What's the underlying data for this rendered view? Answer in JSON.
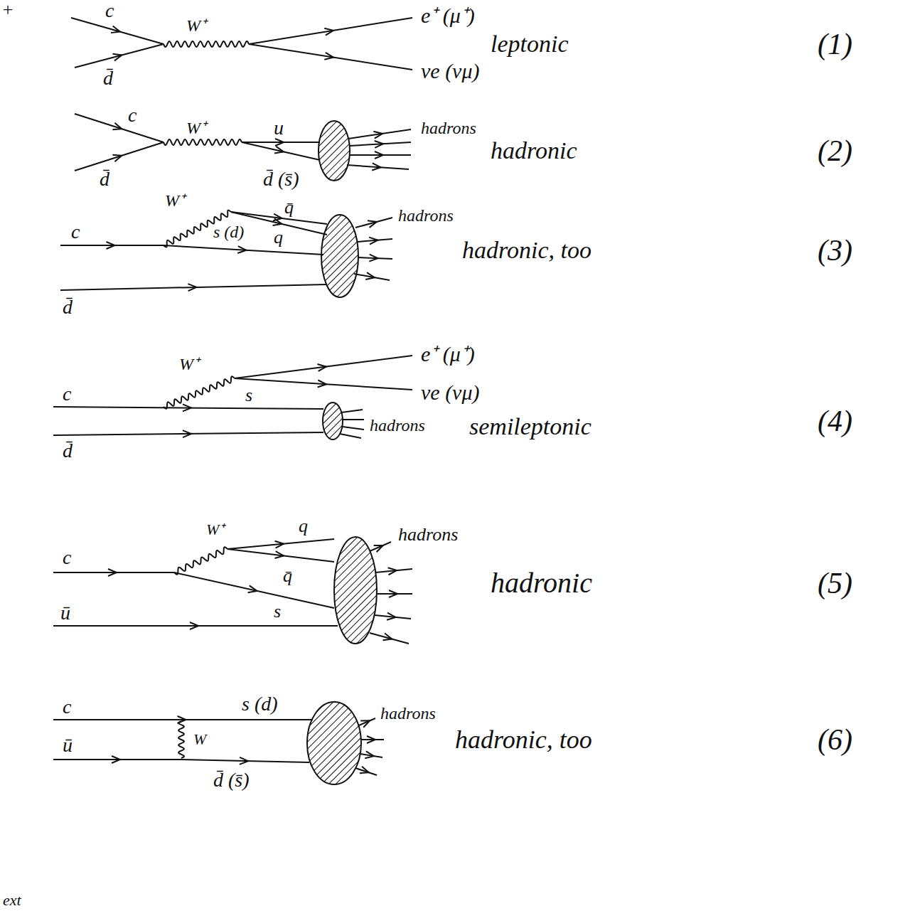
{
  "diagram": {
    "labels": [
      "+",
      "c",
      "d̄",
      "W⁺",
      "e⁺ (μ⁺)",
      "νe (νμ)",
      "leptonic",
      "(1)",
      "c",
      "d̄",
      "W⁺",
      "u",
      "d̄ (s̄)",
      "hadrons",
      "hadronic",
      "(2)",
      "W⁺",
      "q̄",
      "q",
      "s (d)",
      "c",
      "d̄",
      "hadrons",
      "hadronic, too",
      "(3)",
      "W⁺",
      "e⁺ (μ⁺)",
      "νe (νμ)",
      "s",
      "c",
      "d̄",
      "hadrons",
      "semileptonic",
      "(4)",
      "W⁺",
      "q",
      "q̄",
      "s",
      "c",
      "ū",
      "hadrons",
      "hadronic",
      "(5)",
      "c",
      "s (d)",
      "ū",
      "W",
      "d̄ (s̄)",
      "hadrons",
      "hadronic, too",
      "(6)",
      "ext"
    ]
  }
}
